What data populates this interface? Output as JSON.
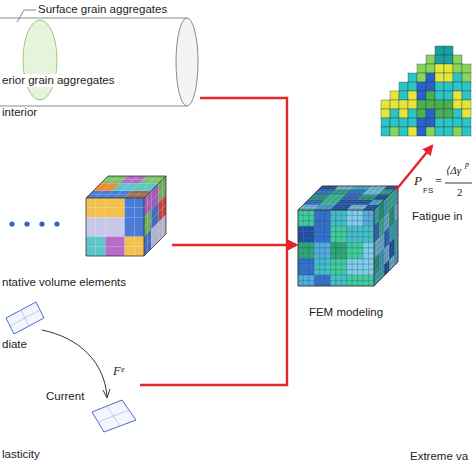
{
  "diagram": {
    "nodes": [
      {
        "text": [
          "Surface grain aggregates",
          "erior grain aggregates",
          "interior"
        ]
      },
      {
        "text": [
          "ntative volume elements"
        ]
      },
      {
        "text": [
          "diate",
          "Fᵉ",
          "Current",
          "lasticity"
        ]
      },
      {
        "text": [
          "FEM modeling"
        ]
      },
      {
        "text": [
          "P",
          "FS",
          "=",
          "⟨Δγ",
          "p",
          "2",
          "Fatigue in"
        ]
      }
    ],
    "edges": [
      {
        "from": 0,
        "to": 3,
        "arrow": "to"
      },
      {
        "from": 1,
        "to": 3,
        "arrow": "to"
      },
      {
        "from": 2,
        "to": 3,
        "arrow": "to"
      },
      {
        "from": 3,
        "to": 4,
        "arrow": "to"
      }
    ],
    "labels": [
      "Extreme va"
    ]
  }
}
